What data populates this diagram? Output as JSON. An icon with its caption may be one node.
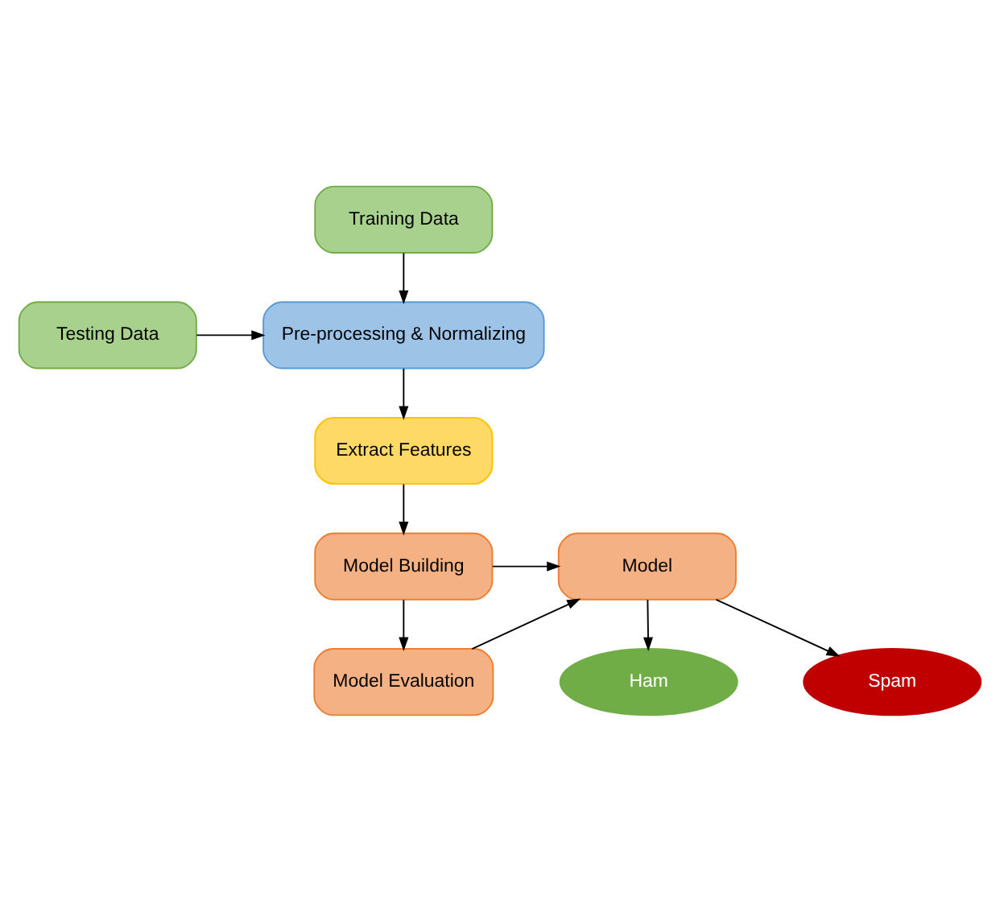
{
  "diagram": {
    "nodes": [
      {
        "text": [
          "Training Data"
        ]
      },
      {
        "text": [
          "Testing Data"
        ]
      },
      {
        "text": [
          "Pre-processing & Normalizing"
        ]
      },
      {
        "text": [
          "Extract Features"
        ]
      },
      {
        "text": [
          "Model Building"
        ]
      },
      {
        "text": [
          "Model Evaluation"
        ]
      },
      {
        "text": [
          "Model"
        ]
      },
      {
        "text": [
          "Ham"
        ]
      },
      {
        "text": [
          "Spam"
        ]
      }
    ],
    "edges": [
      {
        "from": 0,
        "to": 2,
        "arrow": "to"
      },
      {
        "from": 1,
        "to": 2,
        "arrow": "to"
      },
      {
        "from": 2,
        "to": 3,
        "arrow": "to"
      },
      {
        "from": 3,
        "to": 4,
        "arrow": "to"
      },
      {
        "from": 4,
        "to": 6,
        "arrow": "to"
      },
      {
        "from": 4,
        "to": 5,
        "arrow": "to"
      },
      {
        "from": 5,
        "to": 6,
        "arrow": "to"
      },
      {
        "from": 6,
        "to": 7,
        "arrow": "to"
      },
      {
        "from": 6,
        "to": 8,
        "arrow": "to"
      }
    ]
  }
}
